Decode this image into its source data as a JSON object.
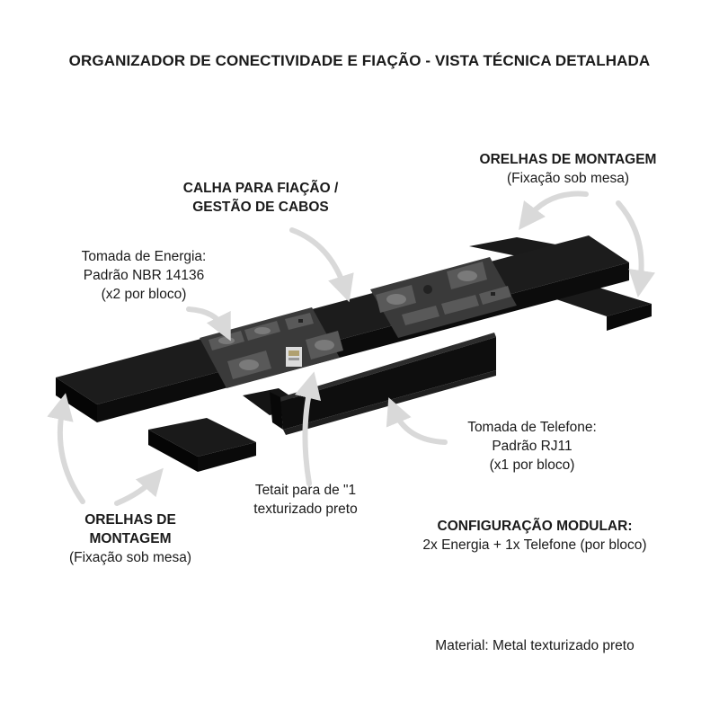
{
  "title": "ORGANIZADOR DE CONECTIVIDADE E FIAÇÃO - VISTA TÉCNICA DETALHADA",
  "colors": {
    "product": "#111111",
    "top_face": "#1c1c1c",
    "module": "#3a3a3a",
    "outlet": "#595959",
    "arrow": "#d9d9d9",
    "text": "#1a1a1a"
  },
  "labels": {
    "orelhas_right": {
      "line1": "ORELHAS DE MONTAGEM",
      "line2": "(Fixação sob mesa)"
    },
    "calha": {
      "line1": "CALHA PARA FIAÇÃO /",
      "line2": "GESTÃO DE CABOS"
    },
    "tomada_energia": {
      "line1": "Tomada de Energia:",
      "line2": "Padrão NBR 14136",
      "line3": "(x2 por bloco)"
    },
    "tomada_telefone": {
      "line1": "Tomada de Telefone:",
      "line2": "Padrão RJ11",
      "line3": "(x1 por bloco)"
    },
    "tetait": {
      "line1": "Tetait para de \"1",
      "line2": "texturizado preto"
    },
    "orelhas_left": {
      "line1": "ORELHAS DE",
      "line2": "MONTAGEM",
      "line3": "(Fixação sob mesa)"
    },
    "config": {
      "line1": "CONFIGURAÇÃO MODULAR:",
      "line2": "2x Energia + 1x Telefone (por bloco)"
    },
    "material": {
      "line1": "Material: Metal texturizado preto"
    }
  },
  "icons": [
    "rj11-connector-icon",
    "power-outlet-icon",
    "curved-arrow-icon"
  ]
}
